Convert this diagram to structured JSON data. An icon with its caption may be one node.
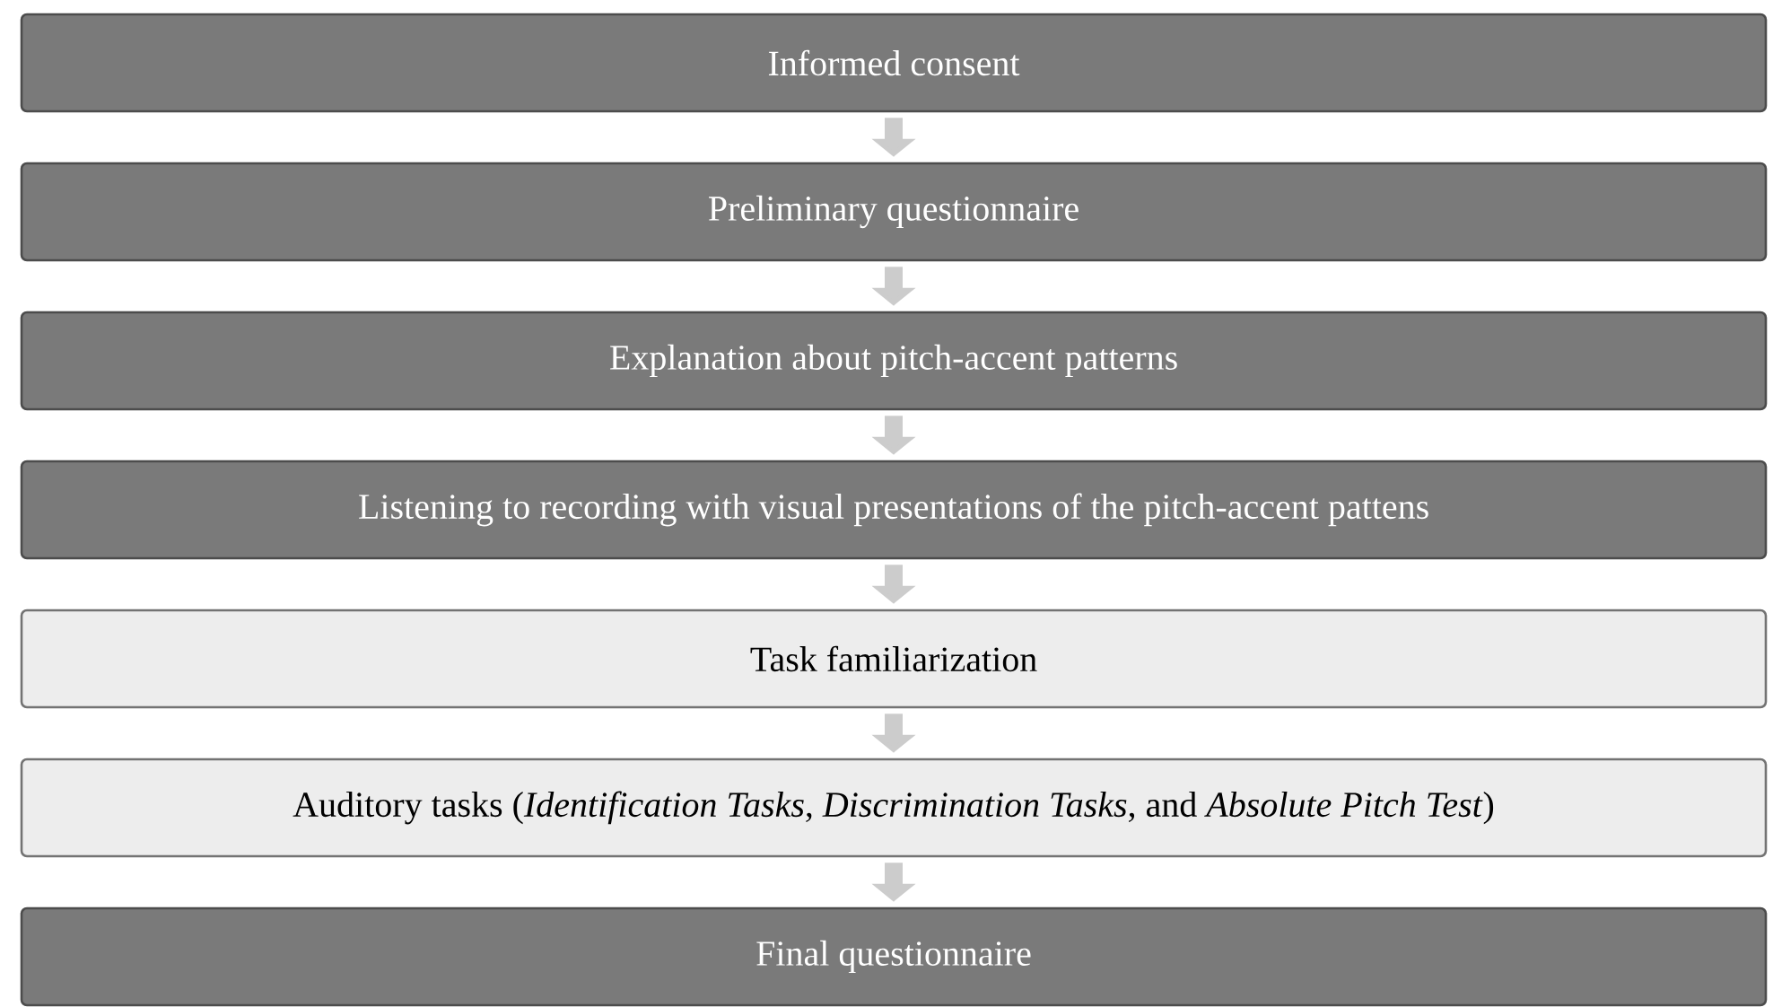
{
  "diagram": {
    "nodes": [
      {
        "text": [
          "Informed consent"
        ]
      },
      {
        "text": [
          "Preliminary questionnaire"
        ]
      },
      {
        "text": [
          "Explanation about pitch-accent patterns"
        ]
      },
      {
        "text": [
          "Listening to recording with visual presentations of the pitch-accent pattens"
        ]
      },
      {
        "text": [
          "Task familiarization"
        ]
      },
      {
        "text": [
          "Auditory tasks (*Identification Tasks*, *Discrimination Tasks*, and *Absolute Pitch Test*)"
        ]
      },
      {
        "text": [
          "Final questionnaire"
        ]
      }
    ],
    "edges": [
      {
        "from": 0,
        "to": 1,
        "arrow": "to"
      },
      {
        "from": 1,
        "to": 2,
        "arrow": "to"
      },
      {
        "from": 2,
        "to": 3,
        "arrow": "to"
      },
      {
        "from": 3,
        "to": 4,
        "arrow": "to"
      },
      {
        "from": 4,
        "to": 5,
        "arrow": "to"
      },
      {
        "from": 5,
        "to": 6,
        "arrow": "to"
      }
    ]
  }
}
